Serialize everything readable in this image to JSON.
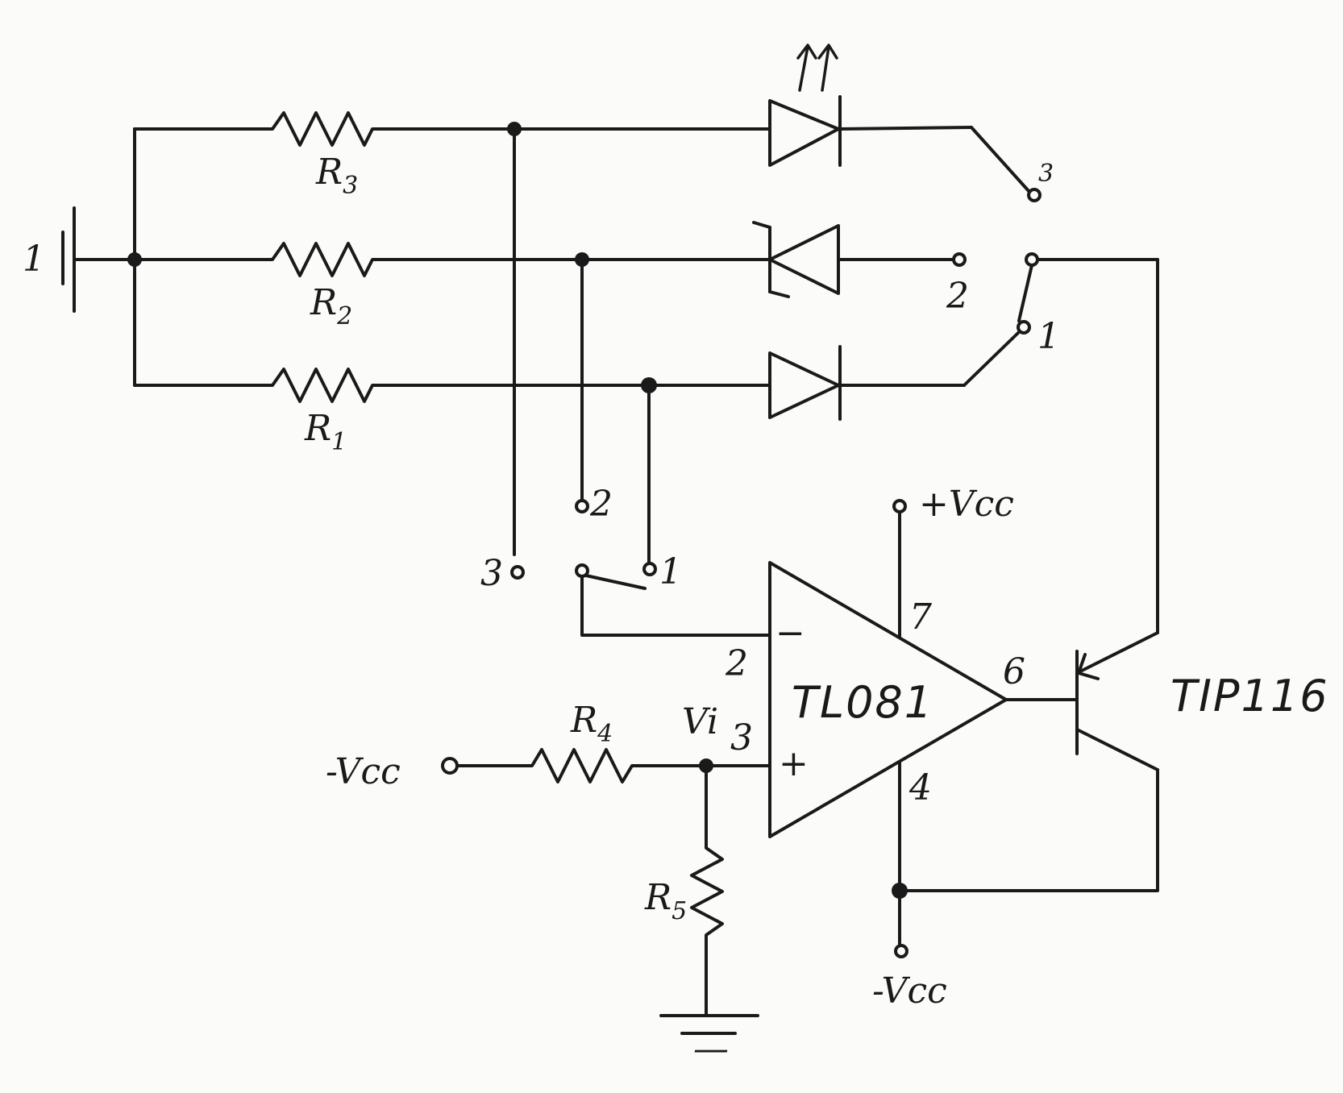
{
  "battery": {
    "label": "1"
  },
  "resistors": {
    "r1": {
      "label": "R",
      "sub": "1"
    },
    "r2": {
      "label": "R",
      "sub": "2"
    },
    "r3": {
      "label": "R",
      "sub": "3"
    },
    "r4": {
      "label": "R",
      "sub": "4"
    },
    "r5": {
      "label": "R",
      "sub": "5"
    }
  },
  "switch_top": {
    "pos1": "1",
    "pos2": "2",
    "pos3": "3"
  },
  "switch_bottom": {
    "pos1": "1",
    "pos2": "2",
    "pos3": "3"
  },
  "opamp": {
    "name": "TL081",
    "minus": "−",
    "plus": "+",
    "pin_inverting": "2",
    "pin_noninverting": "3",
    "pin_vplus": "7",
    "pin_vminus": "4",
    "pin_out": "6"
  },
  "transistor": {
    "name": "TIP116"
  },
  "supplies": {
    "vcc_pos": "+Vcc",
    "vcc_neg_left": "-Vcc",
    "vcc_neg_bottom": "-Vcc"
  },
  "node_vi": "Vi",
  "ground_mark": "—"
}
